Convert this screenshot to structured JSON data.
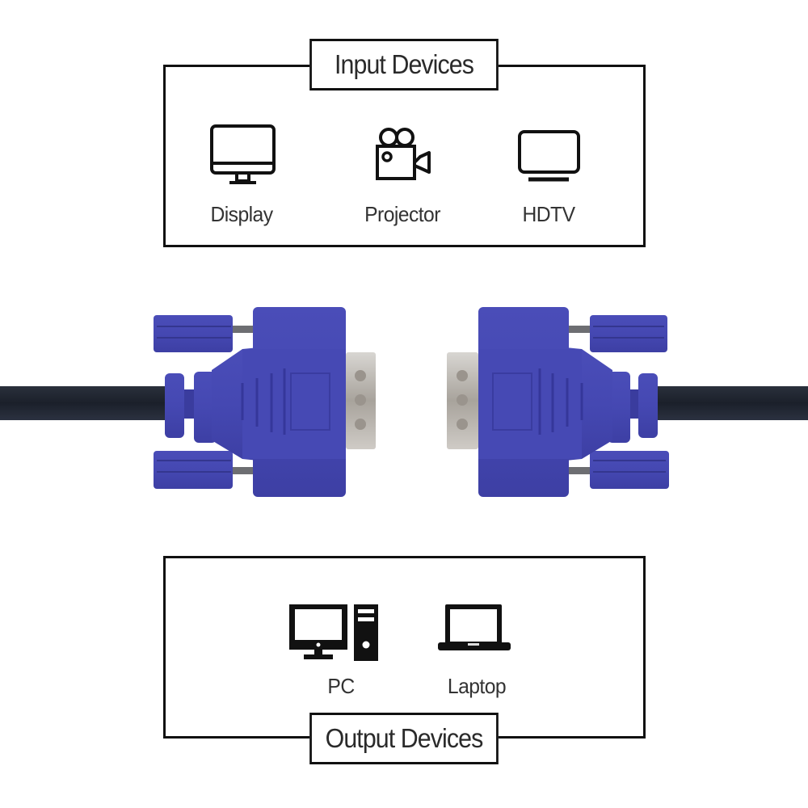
{
  "diagram": {
    "input_section": {
      "title": "Input Devices",
      "devices": [
        {
          "label": "Display",
          "icon": "monitor-icon"
        },
        {
          "label": "Projector",
          "icon": "film-projector-icon"
        },
        {
          "label": "HDTV",
          "icon": "tv-icon"
        }
      ]
    },
    "cable": {
      "type": "VGA cable",
      "connector_color": "#4447b0",
      "cable_color": "#1f2430",
      "metal_color": "#b9b5b0",
      "ends": [
        "left-connector",
        "right-connector"
      ]
    },
    "output_section": {
      "title": "Output Devices",
      "devices": [
        {
          "label": "PC",
          "icon": "desktop-pc-icon"
        },
        {
          "label": "Laptop",
          "icon": "laptop-icon"
        }
      ]
    }
  }
}
